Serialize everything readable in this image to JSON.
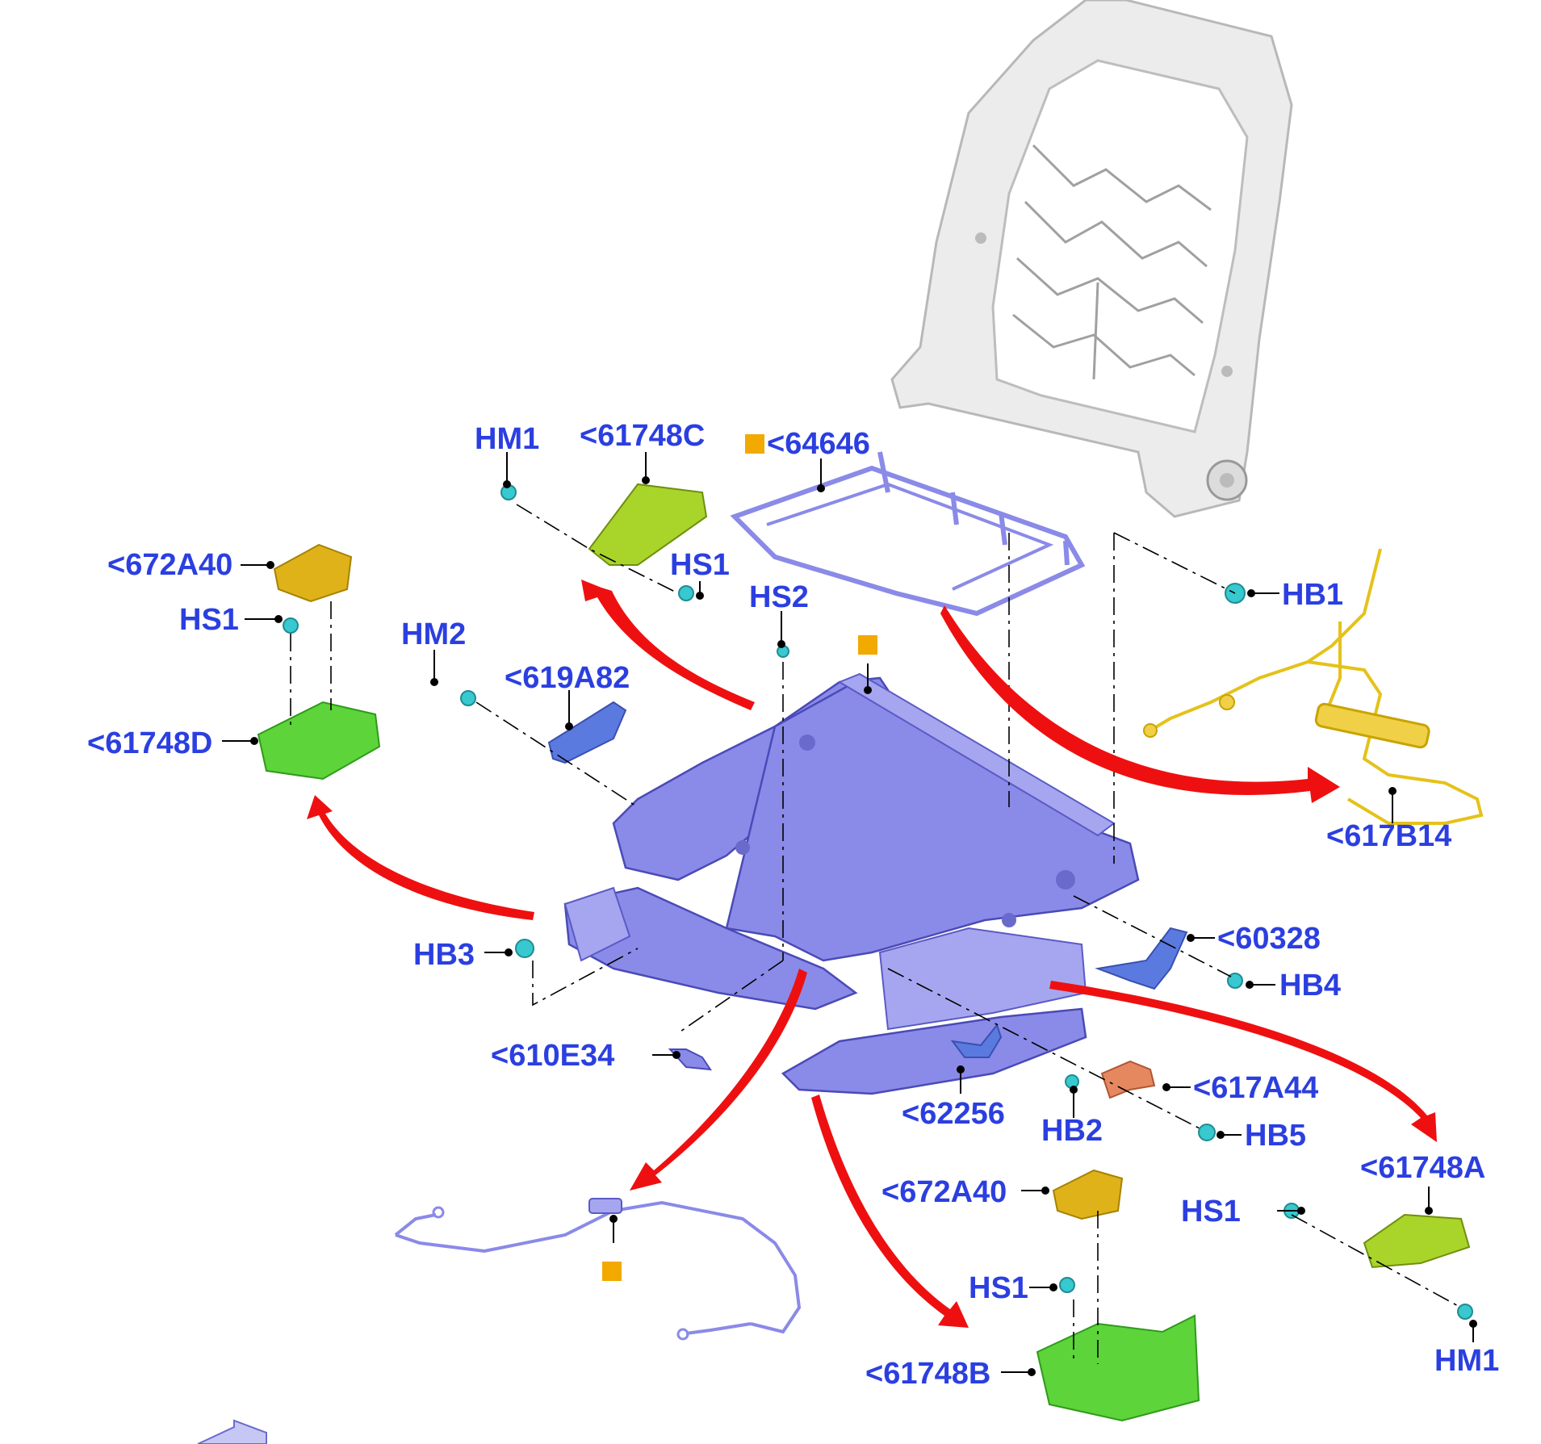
{
  "colors": {
    "label_text": "#2b3fe0",
    "frame_part": "#8a8ae8",
    "trim_cover_green": "#5cd43a",
    "cap_yellow": "#e0b21a",
    "harness_yellow": "#e5c21a",
    "fastener_cyan": "#38c8cf",
    "arrow_red": "#ee1010",
    "marker_orange": "#f2a900",
    "seat_back_gray": "#d9d9d9"
  },
  "labels": {
    "hm1_top": "HM1",
    "p61748c": "<61748C",
    "p64646": "<64646",
    "p672a40_left": "<672A40",
    "hs1_upper": "HS1",
    "hs1_left": "HS1",
    "hs2": "HS2",
    "hb1": "HB1",
    "hm2": "HM2",
    "p619a82": "<619A82",
    "p61748d": "<61748D",
    "p617b14": "<617B14",
    "p60328": "<60328",
    "hb4": "HB4",
    "hb3": "HB3",
    "p610e34": "<610E34",
    "p62256": "<62256",
    "hb2": "HB2",
    "p617a44": "<617A44",
    "hb5": "HB5",
    "p61748a": "<61748A",
    "p672a40_bottom": "<672A40",
    "hs1_right": "HS1",
    "hs1_bottom": "HS1",
    "hm1_bottom": "HM1",
    "p61748b": "<61748B"
  },
  "icons": {
    "marker": "orange-square-icon",
    "direction": "red-curved-arrow-icon",
    "fastener": "screw-icon"
  }
}
